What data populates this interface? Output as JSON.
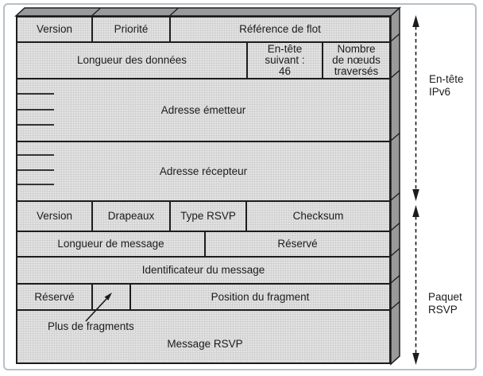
{
  "figure": {
    "ipv6_header": {
      "version": "Version",
      "priorite": "Priorité",
      "reference_flot": "Référence de flot",
      "longueur_donnees": "Longueur des données",
      "entete_suivant": "En-tête\nsuivant :\n46",
      "nombre_noeuds": "Nombre\nde nœuds\ntraversés",
      "adresse_emetteur": "Adresse émetteur",
      "adresse_recepteur": "Adresse récepteur"
    },
    "rsvp_packet": {
      "version": "Version",
      "drapeaux": "Drapeaux",
      "type_rsvp": "Type RSVP",
      "checksum": "Checksum",
      "longueur_message": "Longueur de message",
      "reserve_haut": "Réservé",
      "identificateur": "Identificateur du message",
      "reserve_bas": "Réservé",
      "position_fragment": "Position du fragment",
      "plus_fragments": "Plus de fragments",
      "message_rsvp": "Message RSVP"
    },
    "annotations": {
      "entete_ipv6": "En-tête\nIPv6",
      "paquet_rsvp": "Paquet\nRSVP"
    },
    "colors": {
      "cell_fill": "#e2e2e2",
      "edge_3d": "#9a9a9a",
      "line": "#1c1c1c",
      "frame": "#b9bfc8"
    }
  }
}
